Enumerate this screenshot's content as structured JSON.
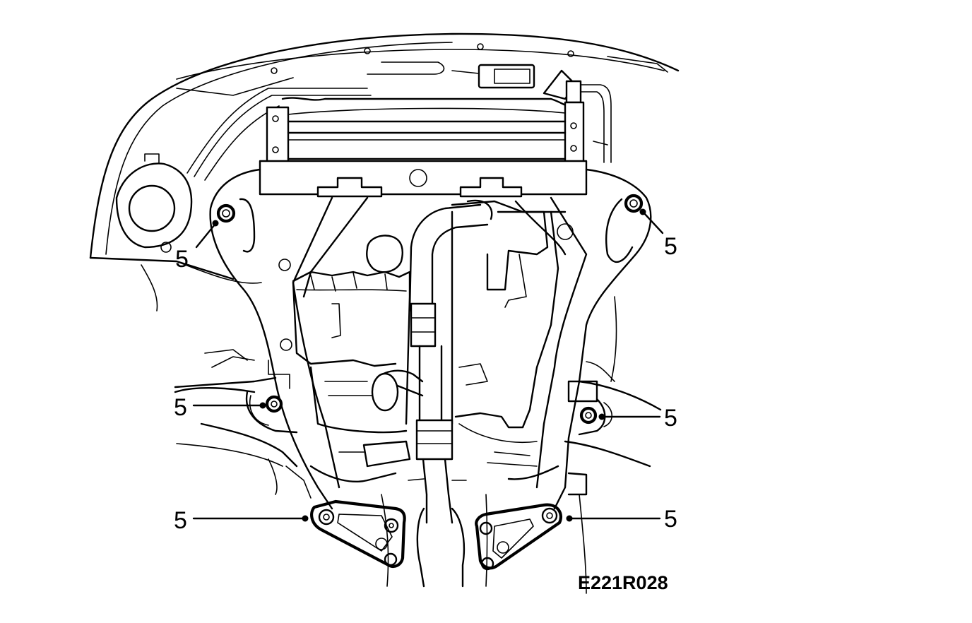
{
  "figure": {
    "code": "E221R028"
  },
  "callouts": [
    {
      "id": "upper-left",
      "label": "5"
    },
    {
      "id": "upper-right",
      "label": "5"
    },
    {
      "id": "middle-left",
      "label": "5"
    },
    {
      "id": "middle-right",
      "label": "5"
    },
    {
      "id": "lower-left",
      "label": "5"
    },
    {
      "id": "lower-right",
      "label": "5"
    }
  ],
  "colors": {
    "line": "#000000",
    "background": "#ffffff"
  }
}
